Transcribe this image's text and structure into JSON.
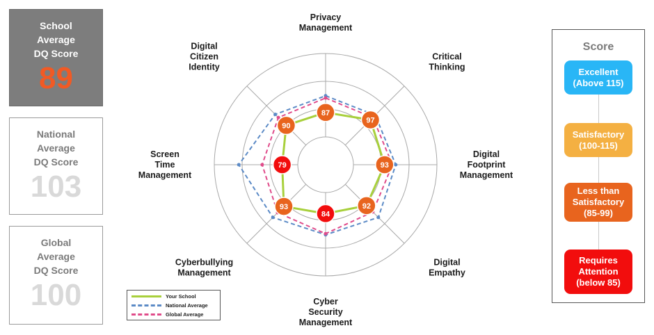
{
  "cards": {
    "school": {
      "label": [
        "School",
        "Average",
        "DQ Score"
      ],
      "value": "89"
    },
    "national": {
      "label": [
        "National",
        "Average",
        "DQ Score"
      ],
      "value": "103"
    },
    "global": {
      "label": [
        "Global",
        "Average",
        "DQ Score"
      ],
      "value": "100"
    }
  },
  "score_panel": {
    "title": "Score",
    "items": [
      {
        "lines": [
          "Excellent",
          "(Above 115)"
        ],
        "color": "#29b6f6"
      },
      {
        "lines": [
          "Satisfactory",
          "(100-115)"
        ],
        "color": "#f4b042"
      },
      {
        "lines": [
          "Less than",
          "Satisfactory",
          "(85-99)"
        ],
        "color": "#e8641e"
      },
      {
        "lines": [
          "Requires",
          "Attention",
          "(below 85)"
        ],
        "color": "#f20d0d"
      }
    ]
  },
  "chart_data": {
    "type": "radar",
    "axes": [
      {
        "label": [
          "Privacy",
          "Management"
        ]
      },
      {
        "label": [
          "Critical",
          "Thinking"
        ]
      },
      {
        "label": [
          "Digital",
          "Footprint",
          "Management"
        ]
      },
      {
        "label": [
          "Digital",
          "Empathy"
        ]
      },
      {
        "label": [
          "Cyber",
          "Security",
          "Management"
        ]
      },
      {
        "label": [
          "Cyberbullying",
          "Management"
        ]
      },
      {
        "label": [
          "Screen",
          "Time",
          "Management"
        ]
      },
      {
        "label": [
          "Digital",
          "Citizen",
          "Identity"
        ]
      }
    ],
    "series": [
      {
        "name": "Your School",
        "values": [
          87,
          97,
          93,
          92,
          84,
          93,
          79,
          90
        ],
        "color": "#a8d03c",
        "style": "solid"
      },
      {
        "name": "National Average",
        "values": [
          102,
          103,
          103,
          107,
          103,
          107,
          118,
          104
        ],
        "color": "#5b8ac6",
        "style": "dashed"
      },
      {
        "name": "Global Average",
        "values": [
          100,
          100,
          100,
          100,
          102,
          101,
          97,
          100
        ],
        "color": "#e04b8a",
        "style": "dashed"
      }
    ],
    "value_labels": [
      "87",
      "97",
      "93",
      "92",
      "84",
      "93",
      "79",
      "90"
    ],
    "value_label_colors": [
      "#e8641e",
      "#e8641e",
      "#e8641e",
      "#e8641e",
      "#f20d0d",
      "#e8641e",
      "#f20d0d",
      "#e8641e"
    ],
    "rings": 4,
    "range": [
      40,
      140
    ],
    "legend": {
      "position": "bottom-left",
      "items": [
        "Your School",
        "National Average",
        "Global Average"
      ]
    }
  }
}
